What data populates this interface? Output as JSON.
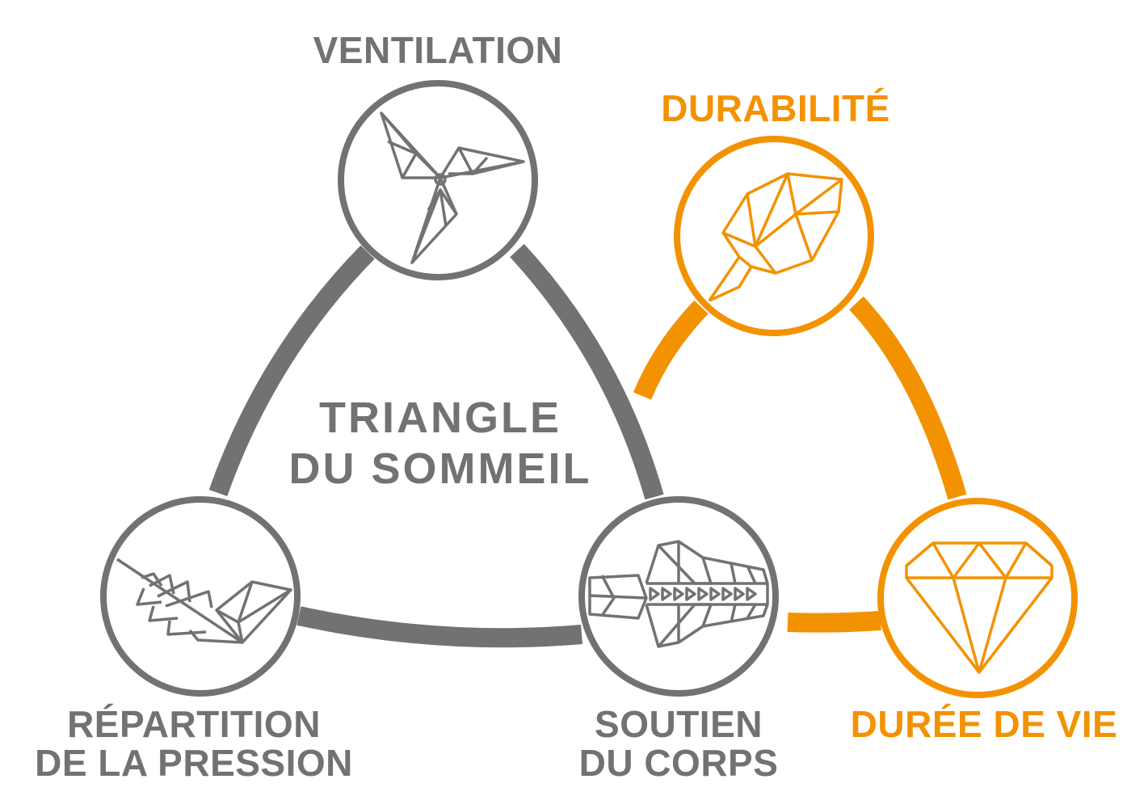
{
  "colors": {
    "grey": "#727272",
    "orange": "#f39200",
    "background": "#ffffff"
  },
  "center_title": {
    "line1": "TRIANGLE",
    "line2": "DU SOMMEIL"
  },
  "nodes": {
    "ventilation": {
      "label": "VENTILATION",
      "icon": "pinwheel-icon"
    },
    "repartition": {
      "line1": "RÉPARTITION",
      "line2": "DE LA PRESSION",
      "icon": "feather-icon"
    },
    "soutien": {
      "line1": "SOUTIEN",
      "line2": "DU CORPS",
      "icon": "spine-icon"
    },
    "durabilite": {
      "label": "DURABILITÉ",
      "icon": "leaf-icon"
    },
    "duree": {
      "label": "DURÉE DE VIE",
      "icon": "diamond-icon"
    }
  }
}
